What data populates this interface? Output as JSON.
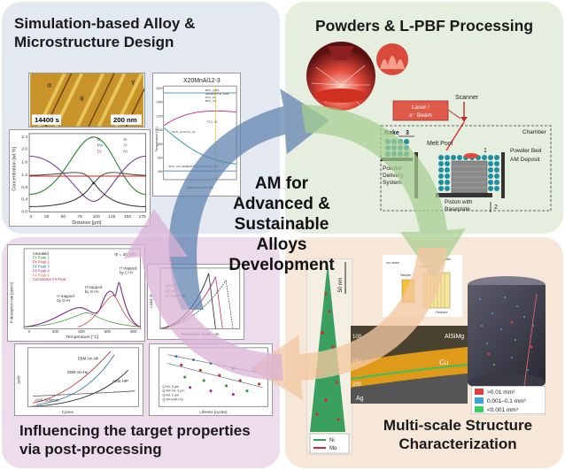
{
  "quadrants": {
    "top_left": {
      "title_line1": "Simulation-based Alloy &",
      "title_line2": "Microstructure Design",
      "micrograph": {
        "time_label": "14400 s",
        "scale_label": "200 nm",
        "phase_alpha": "α",
        "phase_gamma": "γ",
        "phase_theta": "θ",
        "phase_alpha2": "α"
      },
      "concentration_chart": {
        "ylabel": "Concentration [wt.%]",
        "xlabel": "Distance [μm]",
        "yticks": [
          "2.4",
          "2.0",
          "1.6",
          "1.2",
          "0.8",
          "0.4",
          "0.0"
        ],
        "xticks": [
          "0",
          "25",
          "50",
          "75",
          "100",
          "125",
          "150",
          "175"
        ],
        "legend": [
          "C",
          "Si",
          "Mn",
          "Al",
          "Cr",
          "Ni"
        ]
      },
      "phase_diagram": {
        "title": "X20MnAl12-3",
        "ylabel": "Temperature [°C]",
        "xlabel": "Mass percent Mn",
        "yticks": [
          "1600",
          "1400",
          "1200",
          "1000",
          "800",
          "600",
          "400"
        ],
        "labels": [
          "BCC_A2#1",
          "CEMENTITE_D011",
          "FCC_A1",
          "BCC_A2",
          "FCC_A1",
          "BCC_A2+FCC_A1",
          "BCC_A2+CEMENTITE_D011+FCC_A1"
        ]
      }
    },
    "top_right": {
      "title": "Powders & L-PBF Processing",
      "schematic": {
        "scanner": "Scanner",
        "laser_line1": "Laser /",
        "laser_line2": "e⁻ Beam",
        "chamber": "Chamber",
        "rake": "Rake",
        "rake_num": "3",
        "melt_pool": "Melt Pool",
        "step1": "1",
        "powder_bed": "Powder Bed",
        "am_deposit": "AM Deposit",
        "pds_line1": "Powder",
        "pds_line2": "Delivery",
        "pds_line3": "System",
        "piston_line1": "Piston with",
        "piston_line2": "Baseplate",
        "step2": "2"
      }
    },
    "bottom_left": {
      "title_line1": "Influencing the target properties",
      "title_line2": "via post-processing",
      "tds_chart": {
        "ylabel": "H desorption rate [ppm/s]",
        "xlabel": "Temperature [°C]",
        "heating": "Φ = 40 K/h",
        "legend": [
          "Annealed",
          "Fit Peak 1",
          "Fit Peak 2",
          "Fit Peak 3",
          "Fit Peak 4",
          "Fit Peak 5",
          "Cumulative Fit Peak"
        ],
        "annot1_line1": "H trapped",
        "annot1_line2": "by G+H",
        "annot2_line1": "H trapped",
        "annot2_line2": "by G+H",
        "annot3_line1": "H trapped",
        "annot3_line2": "by C+H",
        "xticks": [
          "0",
          "200",
          "400",
          "600",
          "800"
        ]
      },
      "load_chart": {
        "ylabel": "Load, N",
        "xlabel": "Penetration depth, μm",
        "legend": [
          "AT+A0",
          "AT+HT",
          "AT+HIP+HT"
        ]
      },
      "fatigue_chart": {
        "ylabel": "Δσ/σ",
        "xlabel": "Cycles",
        "labels": [
          "EBM Am.Alk",
          "EBM Am.He",
          "ASIS HIP",
          "ASIS SLMrcon"
        ]
      },
      "scatter_chart": {
        "xlabel": "Lifetime [cycles]",
        "legend": [
          "Q+W, 5 µm",
          "Q+W+10, 3 µm",
          "Q+W, 2 µm",
          "Q+W+HIP+T6"
        ]
      }
    },
    "bottom_right": {
      "title_line1": "Multi-scale Structure",
      "title_line2": "Characterization",
      "scale_50nm": "50 nm",
      "alsimg": "AlSiMg",
      "cu": "Cu",
      "ag": "Ag",
      "num_100": "100",
      "num_150": "150",
      "num_200": "200",
      "apt_legend": [
        "Ni",
        "Mo"
      ],
      "pore_legend": [
        ">0.01 mm³",
        "0.001–0.1 mm³",
        "<0.001 mm³"
      ],
      "tem_labels": [
        "Detector",
        "Sample",
        "Scanned area",
        "Ion beam",
        "Electron beam"
      ]
    }
  },
  "center": {
    "line1": "AM for",
    "line2": "Advanced &",
    "line3": "Sustainable",
    "line4": "Alloys",
    "line5": "Development"
  },
  "colors": {
    "top_left_bg": "#e3e8f1",
    "top_right_bg": "#e6eee0",
    "bottom_left_bg": "#ecdcec",
    "bottom_right_bg": "#f7e7d8",
    "arrow_blue": "#5b7fad",
    "arrow_green": "#a5cf8f",
    "arrow_pink": "#d9b2d6",
    "arrow_orange": "#f2c8a0"
  }
}
